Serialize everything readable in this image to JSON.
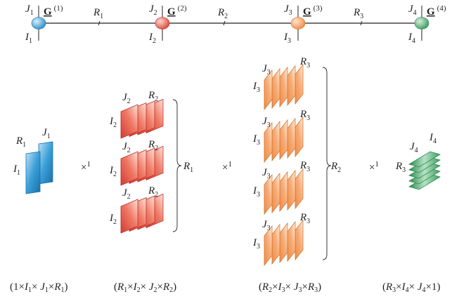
{
  "chain": {
    "cores": [
      {
        "name": "G",
        "index": "(1)",
        "top": "J1",
        "bottom": "I1",
        "color": "#3a9fd8"
      },
      {
        "name": "G",
        "index": "(2)",
        "top": "J2",
        "bottom": "I2",
        "color": "#e2584c"
      },
      {
        "name": "G",
        "index": "(3)",
        "top": "J3",
        "bottom": "I3",
        "color": "#f39a5b"
      },
      {
        "name": "G",
        "index": "(4)",
        "top": "J4",
        "bottom": "I4",
        "color": "#4aa56b"
      }
    ],
    "links": [
      "R1",
      "R2",
      "R3"
    ]
  },
  "times": "×",
  "times_sup": "1",
  "groups": [
    {
      "labels": {
        "R": "R1",
        "J": "J1",
        "I": "I1"
      },
      "caption": "(1×I1× J1×R1)"
    },
    {
      "labels": {
        "J": "J2",
        "R": "R2",
        "I": "I2"
      },
      "brace": "R1",
      "caption": "(R1×I2× J2×R2)"
    },
    {
      "labels": {
        "J": "J3",
        "R": "R3",
        "I": "I3"
      },
      "brace": "R2",
      "caption": "(R2×I3× J3×R3)"
    },
    {
      "labels": {
        "J": "J4",
        "I": "I4",
        "R": "R3"
      },
      "caption": "(R3×I4× J4×1)"
    }
  ],
  "colors": {
    "blue": "#3a9fd8",
    "red": "#e2584c",
    "orange": "#f39a5b",
    "green": "#4aa56b",
    "line": "#231f20"
  }
}
